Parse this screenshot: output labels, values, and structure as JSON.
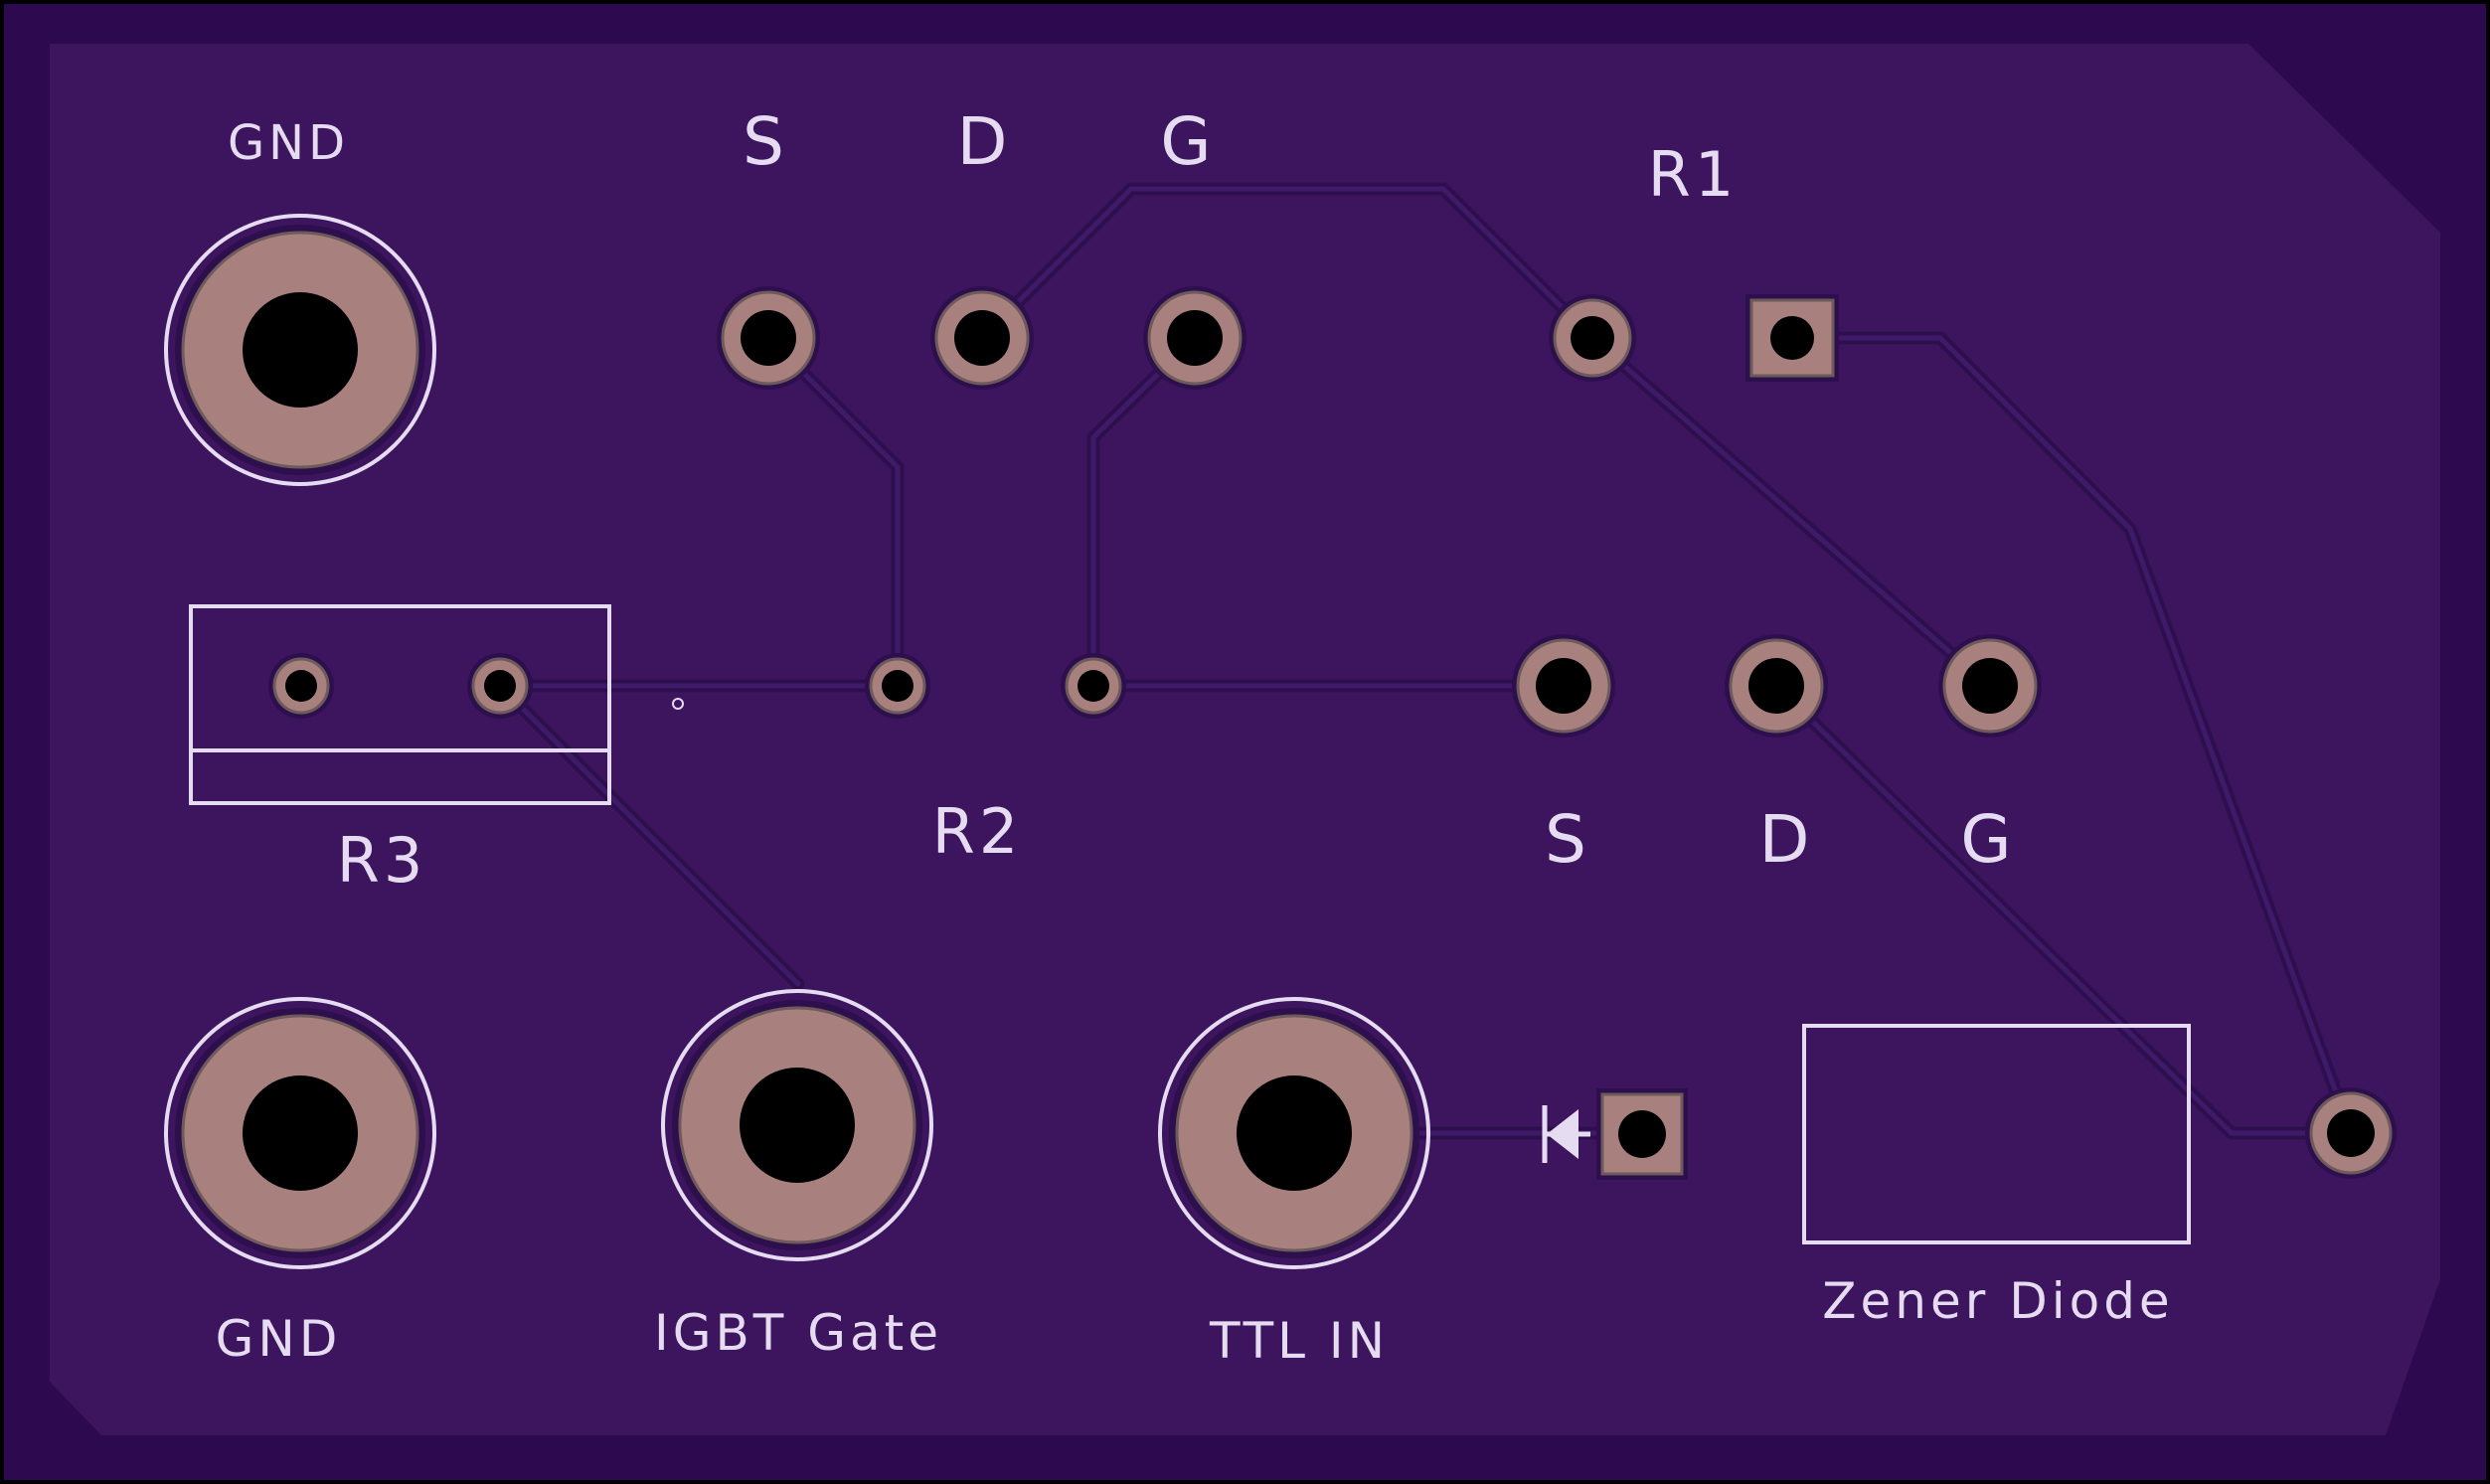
{
  "colors": {
    "background": "#000000",
    "board_edge": "#2d0a4f",
    "board_fill": "#3d145e",
    "silkscreen": "#e6dcf2",
    "copper_pad": "#a8817f",
    "trace": "#2e0f4e"
  },
  "labels": {
    "gnd_top": "GND",
    "gnd_bottom": "GND",
    "q1_s": "S",
    "q1_d": "D",
    "q1_g": "G",
    "q2_s": "S",
    "q2_d": "D",
    "q2_g": "G",
    "r1": "R1",
    "r2": "R2",
    "r3": "R3",
    "igbt_gate": "IGBT Gate",
    "ttl_in": "TTL IN",
    "zener": "Zener Diode"
  }
}
